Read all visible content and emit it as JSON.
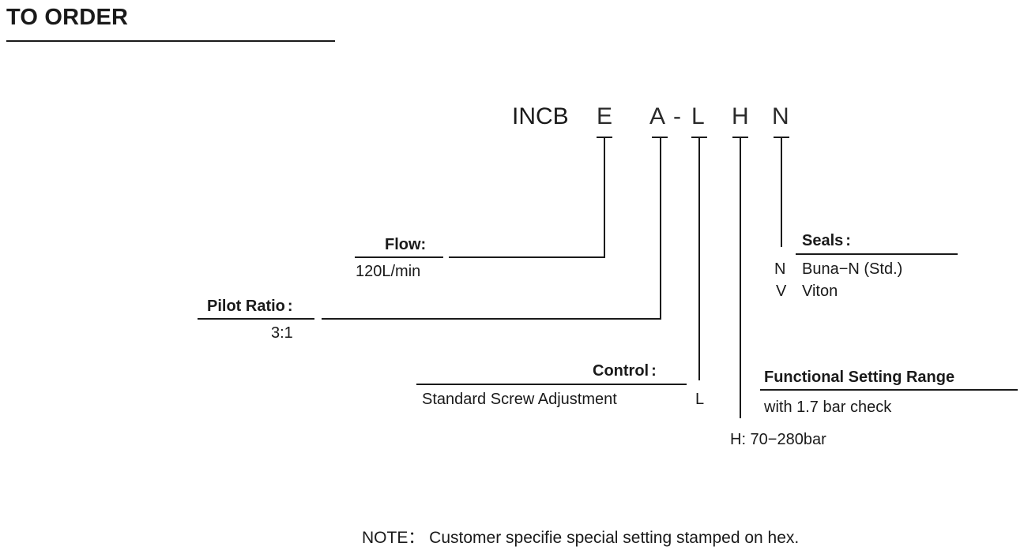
{
  "section_title": "TO ORDER",
  "model_code": {
    "prefix": "INCB",
    "flow_letter": "E",
    "pilot_letter": "A",
    "separator": "-",
    "control_letter": "L",
    "range_letter": "H",
    "seal_letter": "N"
  },
  "flow": {
    "heading": "Flow:",
    "option": "120L/min"
  },
  "pilot_ratio": {
    "heading": "Pilot Ratio",
    "colon": ":",
    "option": "3:1"
  },
  "control": {
    "heading": "Control",
    "colon": ":",
    "option": "Standard Screw Adjustment",
    "code": "L"
  },
  "range": {
    "heading": "Functional Setting Range",
    "subheading": "with 1.7 bar check",
    "option": "H: 70−280bar"
  },
  "seals": {
    "heading": "Seals",
    "colon": ":",
    "options": [
      {
        "code": "N",
        "label": "Buna−N (Std.)"
      },
      {
        "code": "V",
        "label": "Viton"
      }
    ]
  },
  "note": "NOTE： Customer specifie special setting stamped on hex."
}
